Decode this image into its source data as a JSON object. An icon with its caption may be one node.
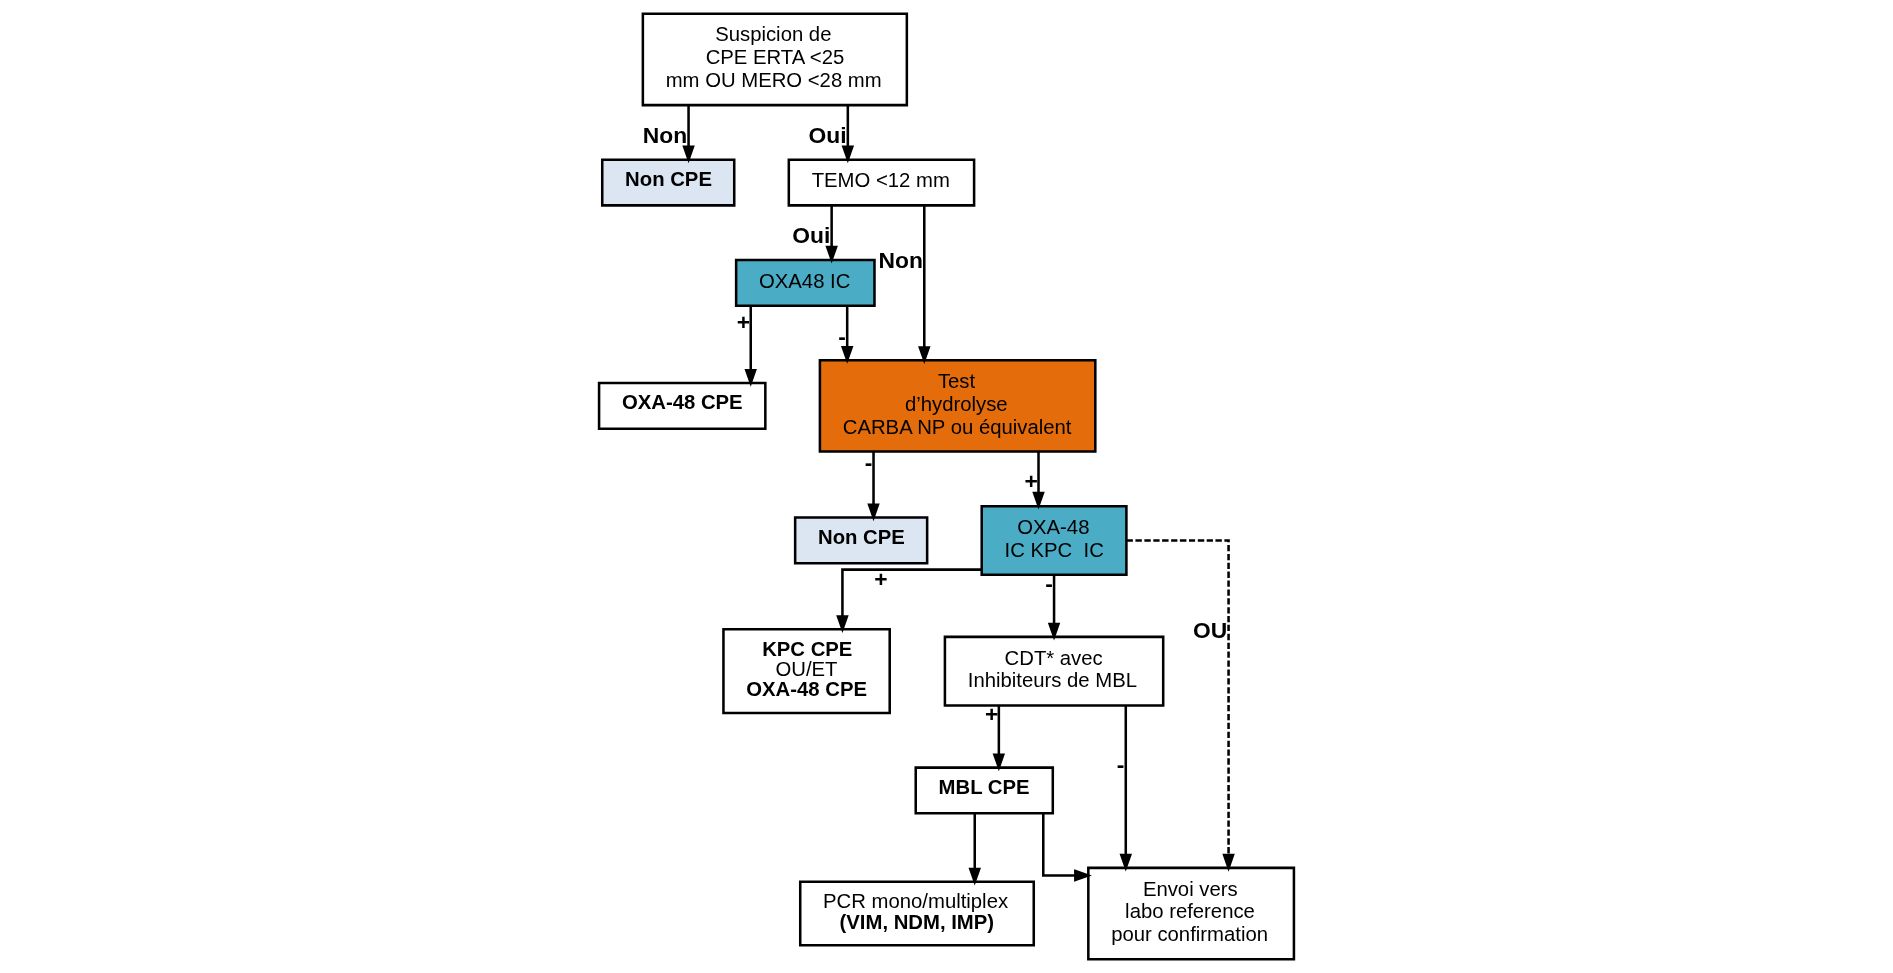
{
  "diagram": {
    "nodes": [
      {
        "text": [
          "Suspicion de CPE ERTA <25 mm OU MERO <28 mm"
        ]
      },
      {
        "text": [
          "Non CPE"
        ]
      },
      {
        "text": [
          "TEMO <12 mm"
        ]
      },
      {
        "text": [
          "OXA48 IC"
        ]
      },
      {
        "text": [
          "OXA-48 CPE"
        ]
      },
      {
        "text": [
          "Test d’hydrolyse CARBA NP ou équivalent"
        ]
      },
      {
        "text": [
          "Non CPE"
        ]
      },
      {
        "text": [
          "OXA-48 IC KPC  IC"
        ]
      },
      {
        "text": [
          "KPC CPE",
          "OU/ET",
          "OXA-48 CPE"
        ]
      },
      {
        "text": [
          "CDT* avec Inhibiteurs de MBL"
        ]
      },
      {
        "text": [
          "Envoi vers labo reference pour confirmation"
        ]
      },
      {
        "text": [
          "MBL CPE"
        ]
      },
      {
        "text": [
          "PCR mono/multiplex",
          "(VIM, NDM, IMP)"
        ]
      }
    ],
    "edges": [
      {
        "from": 0,
        "to": 1,
        "arrow": "to",
        "label": "Non"
      },
      {
        "from": 0,
        "to": 2,
        "arrow": "to",
        "label": "Oui"
      },
      {
        "from": 2,
        "to": 5,
        "arrow": "to",
        "label": "Non"
      },
      {
        "from": 2,
        "to": 3,
        "arrow": "to",
        "label": "Oui"
      },
      {
        "from": 3,
        "to": 5,
        "arrow": "to",
        "label": "-"
      },
      {
        "from": 3,
        "to": 4,
        "arrow": "to",
        "label": "+"
      },
      {
        "from": 5,
        "to": 7,
        "arrow": "to",
        "label": "+"
      },
      {
        "from": 5,
        "to": 6,
        "arrow": "to",
        "label": "-"
      },
      {
        "from": 7,
        "to": 8,
        "arrow": "to",
        "label": "+"
      },
      {
        "from": 7,
        "to": 9,
        "arrow": "to",
        "label": "-"
      },
      {
        "from": 7,
        "to": 10,
        "arrow": "to",
        "label": "OU",
        "style": "dashed"
      },
      {
        "from": 9,
        "to": 10,
        "arrow": "to",
        "label": "-"
      },
      {
        "from": 9,
        "to": 11,
        "arrow": "to",
        "label": "+"
      },
      {
        "from": 11,
        "to": 10,
        "arrow": "to"
      },
      {
        "from": 11,
        "to": 12,
        "arrow": "to"
      }
    ]
  }
}
